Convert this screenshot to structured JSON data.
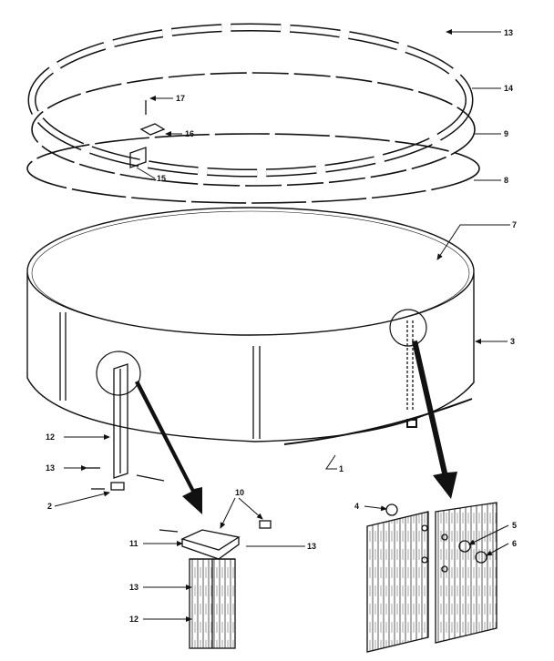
{
  "diagram": {
    "callouts": [
      "13",
      "14",
      "9",
      "8",
      "7",
      "3",
      "17",
      "16",
      "15",
      "1",
      "12",
      "13",
      "2",
      "10",
      "11",
      "13",
      "13",
      "12",
      "4",
      "5",
      "6"
    ],
    "colors": {
      "line": "#111111",
      "background": "#ffffff",
      "arrow": "#111111"
    }
  }
}
